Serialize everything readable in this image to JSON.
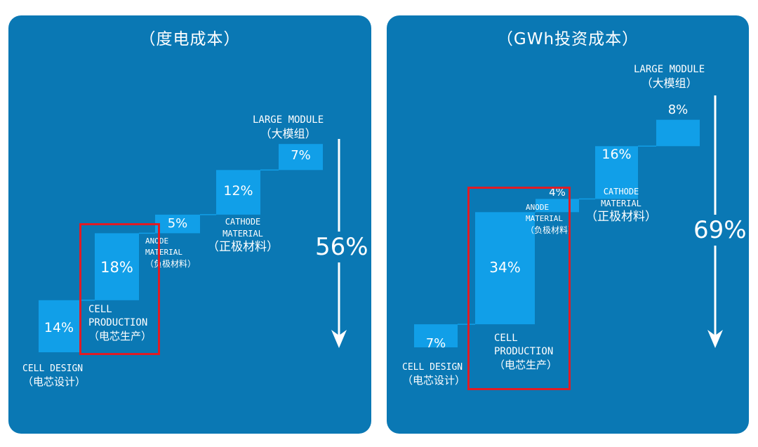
{
  "chart_data": [
    {
      "type": "bar",
      "title": "（度电成本）",
      "stacked_waterfall": true,
      "categories": [
        "CELL DESIGN",
        "CELL PRODUCTION",
        "ANODE MATERIAL",
        "CATHODE MATERIAL",
        "LARGE MODULE"
      ],
      "category_subtitles": [
        "（电芯设计）",
        "（电芯生产）",
        "（负极材料）",
        "（正极材料）",
        "（大模组）"
      ],
      "values": [
        14,
        18,
        5,
        12,
        7
      ],
      "value_labels": [
        "14%",
        "18%",
        "5%",
        "12%",
        "7%"
      ],
      "total_label": "56%",
      "highlighted_category": "CELL PRODUCTION",
      "colors": {
        "bar": "#119fe8",
        "background": "#0a78b4",
        "highlight": "#e01c25"
      }
    },
    {
      "type": "bar",
      "title": "（GWh投资成本）",
      "stacked_waterfall": true,
      "categories": [
        "CELL DESIGN",
        "CELL PRODUCTION",
        "ANODE MATERIAL",
        "CATHODE MATERIAL",
        "LARGE MODULE"
      ],
      "category_subtitles": [
        "（电芯设计）",
        "（电芯生产）",
        "（负极材料）",
        "（正极材料）",
        "（大模组）"
      ],
      "values": [
        7,
        34,
        4,
        16,
        8
      ],
      "value_labels": [
        "7%",
        "34%",
        "4%",
        "16%",
        "8%"
      ],
      "total_label": "69%",
      "highlighted_category": "CELL PRODUCTION",
      "colors": {
        "bar": "#119fe8",
        "background": "#0a78b4",
        "highlight": "#e01c25"
      }
    }
  ],
  "left": {
    "title": "（度电成本）",
    "cell_design": [
      "CELL DESIGN",
      "（电芯设计）"
    ],
    "cell_production": [
      "CELL",
      "PRODUCTION",
      "（电芯生产）"
    ],
    "anode": [
      "ANODE",
      "MATERIAL",
      "（负极材料）"
    ],
    "cathode": [
      "CATHODE",
      "MATERIAL",
      "（正极材料）"
    ],
    "module": [
      "LARGE MODULE",
      "（大模组）"
    ],
    "total": "56%"
  },
  "right": {
    "title": "（GWh投资成本）",
    "cell_design": [
      "CELL DESIGN",
      "（电芯设计）"
    ],
    "cell_production": [
      "CELL",
      "PRODUCTION",
      "（电芯生产）"
    ],
    "anode": [
      "ANODE",
      "MATERIAL",
      "（负极材料）"
    ],
    "cathode": [
      "CATHODE",
      "MATERIAL",
      "（正极材料）"
    ],
    "module": [
      "LARGE MODULE",
      "（大模组）"
    ],
    "total": "69%"
  }
}
